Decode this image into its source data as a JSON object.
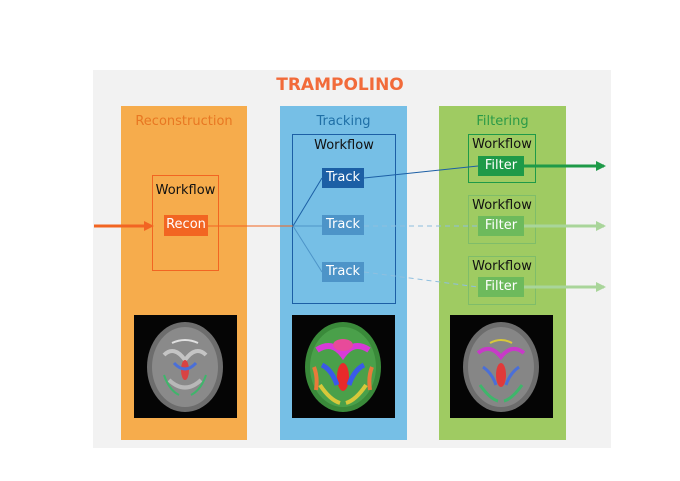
{
  "title": "TRAMPOLINO",
  "columns": [
    {
      "label": "Reconstruction"
    },
    {
      "label": "Tracking"
    },
    {
      "label": "Filtering"
    }
  ],
  "reconstruction": {
    "workflow_label": "Workflow",
    "node_label": "Recon"
  },
  "tracking": {
    "workflow_label": "Workflow",
    "nodes": [
      "Track",
      "Track",
      "Track"
    ]
  },
  "filtering": {
    "workflows": [
      {
        "workflow_label": "Workflow",
        "node_label": "Filter"
      },
      {
        "workflow_label": "Workflow",
        "node_label": "Filter"
      },
      {
        "workflow_label": "Workflow",
        "node_label": "Filter"
      }
    ]
  },
  "colors": {
    "title": "#f26b3a",
    "reconstruction": "#f6ac4c",
    "tracking": "#76bfe6",
    "filtering": "#9fcb62",
    "recon_node": "#f26522",
    "track_node_active": "#1c5fa5",
    "filter_node_active": "#1e9a48",
    "arrow_green": "#1e9a48",
    "arrow_orange": "#f26522"
  },
  "icons": [
    "brain-scan-reconstruction",
    "brain-scan-tractography",
    "brain-scan-filtered"
  ]
}
